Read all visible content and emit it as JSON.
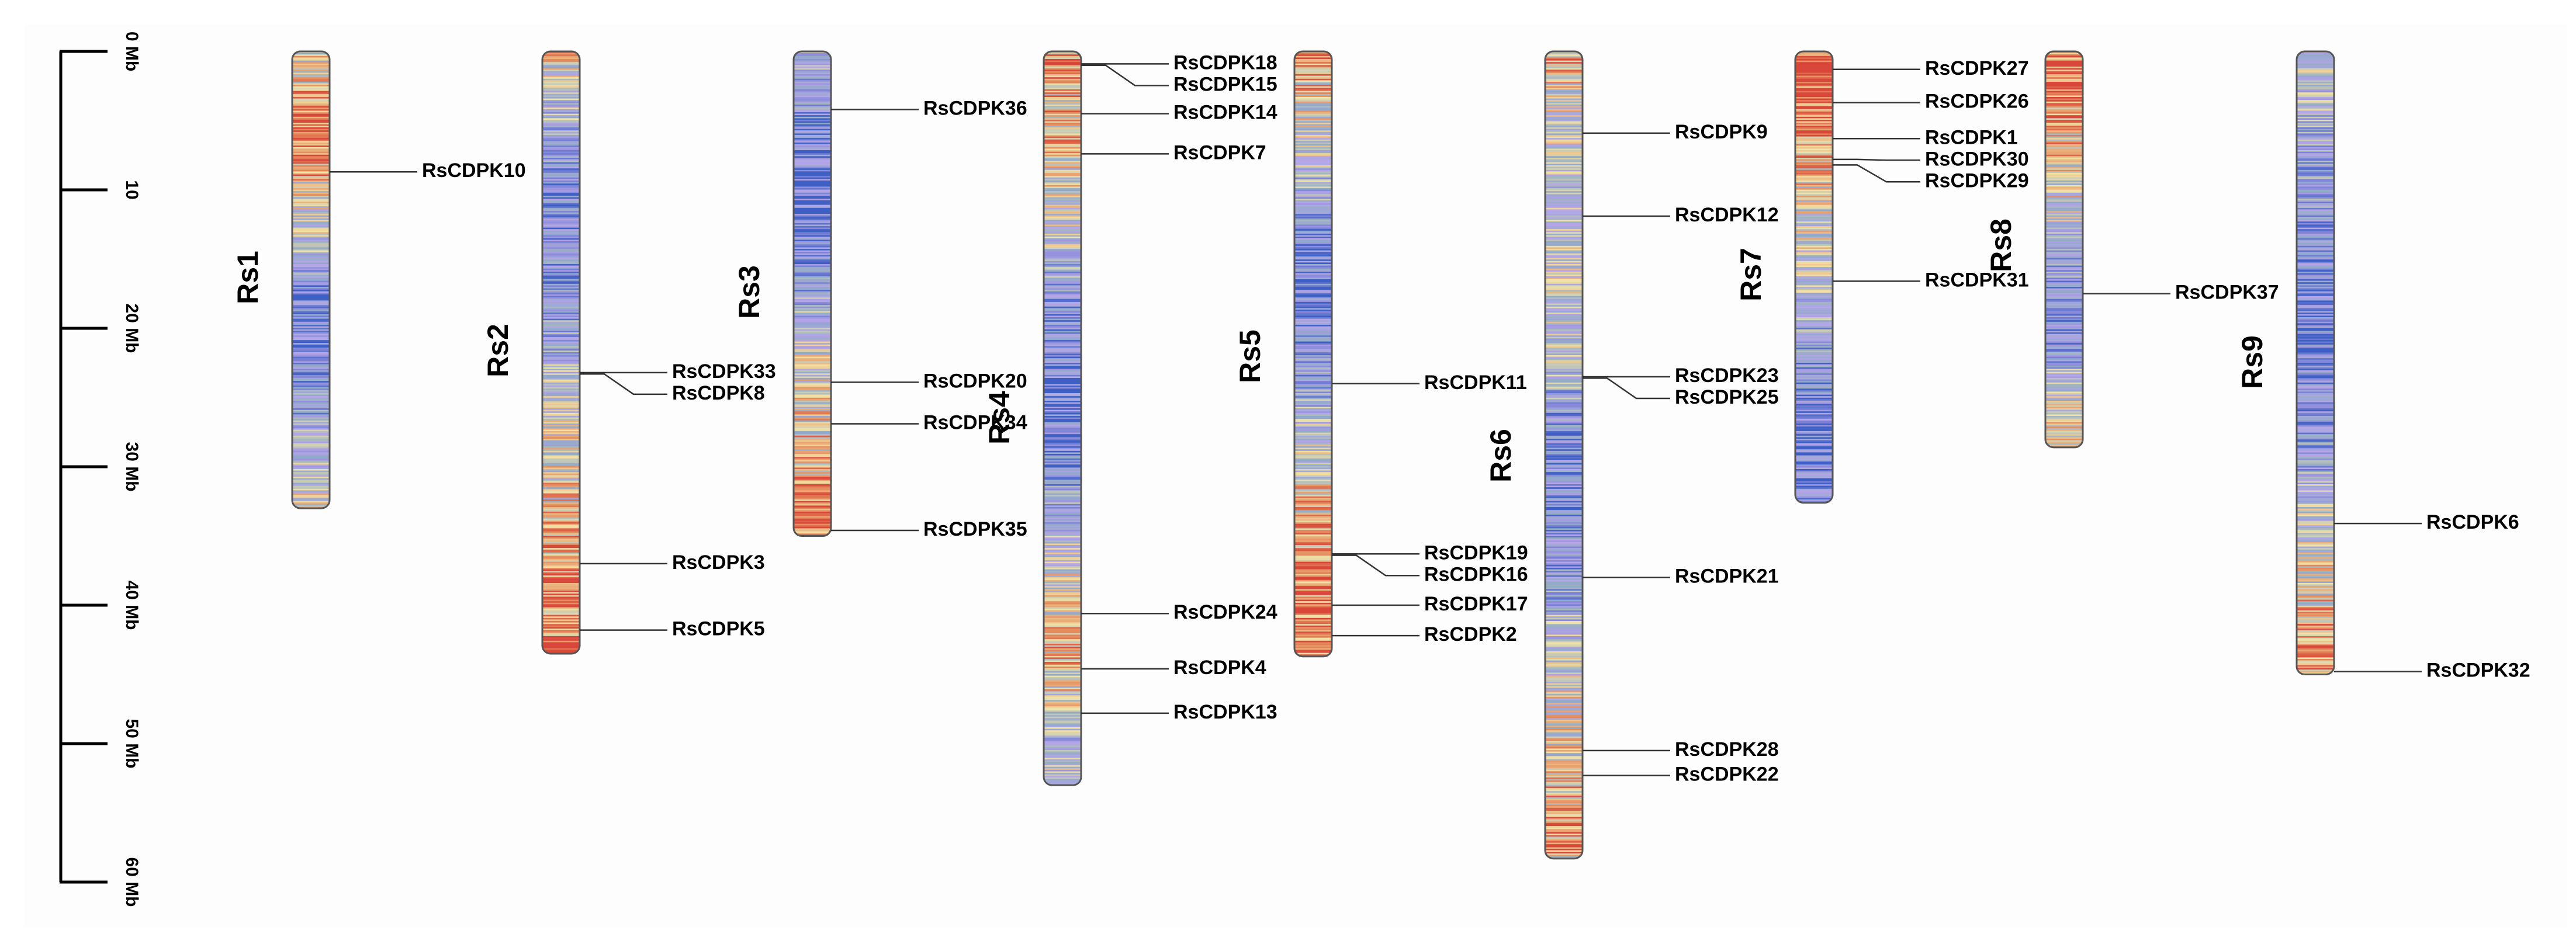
{
  "scale_axis": {
    "unit": "Mb",
    "ticks": [
      {
        "value": 0,
        "label": "0 Mb"
      },
      {
        "value": 10,
        "label": "10"
      },
      {
        "value": 20,
        "label": "20 Mb"
      },
      {
        "value": 30,
        "label": "30 Mb"
      },
      {
        "value": 40,
        "label": "40 Mb"
      },
      {
        "value": 50,
        "label": "50 Mb"
      },
      {
        "value": 60,
        "label": "60 Mb"
      }
    ]
  },
  "colors": {
    "density_low": "#3E5FC4",
    "density_mid_low": "#B7A6E8",
    "density_mid": "#8FA9C9",
    "density_mid_high": "#F2E3A6",
    "density_high": "#E58A5C",
    "density_max": "#D9473A",
    "line": "#333333",
    "text": "#000000"
  },
  "chromosomes": [
    {
      "name": "Rs1",
      "length_mb": 33.0,
      "profile": [
        [
          0,
          0.55
        ],
        [
          3,
          0.75
        ],
        [
          6,
          0.95
        ],
        [
          8,
          0.85
        ],
        [
          10,
          0.6
        ],
        [
          14,
          0.45
        ],
        [
          17,
          0.2
        ],
        [
          22,
          0.15
        ],
        [
          27,
          0.35
        ],
        [
          31,
          0.5
        ],
        [
          33,
          0.55
        ]
      ],
      "genes": [
        {
          "name": "RsCDPK10",
          "pos_mb": 8.7
        }
      ]
    },
    {
      "name": "Rs2",
      "length_mb": 43.5,
      "profile": [
        [
          0,
          0.85
        ],
        [
          2,
          0.45
        ],
        [
          6,
          0.35
        ],
        [
          12,
          0.2
        ],
        [
          18,
          0.25
        ],
        [
          22,
          0.4
        ],
        [
          26,
          0.55
        ],
        [
          30,
          0.6
        ],
        [
          34,
          0.7
        ],
        [
          38,
          0.85
        ],
        [
          41,
          0.8
        ],
        [
          43.5,
          0.9
        ]
      ],
      "genes": [
        {
          "name": "RsCDPK33",
          "pos_mb": 23.2
        },
        {
          "name": "RsCDPK8",
          "pos_mb": 23.3
        },
        {
          "name": "RsCDPK3",
          "pos_mb": 37.0
        },
        {
          "name": "RsCDPK5",
          "pos_mb": 41.8
        }
      ]
    },
    {
      "name": "Rs3",
      "length_mb": 35.0,
      "profile": [
        [
          0,
          0.45
        ],
        [
          3,
          0.3
        ],
        [
          8,
          0.15
        ],
        [
          12,
          0.1
        ],
        [
          16,
          0.25
        ],
        [
          20,
          0.45
        ],
        [
          25,
          0.6
        ],
        [
          30,
          0.75
        ],
        [
          33,
          0.9
        ],
        [
          35,
          0.85
        ]
      ],
      "genes": [
        {
          "name": "RsCDPK36",
          "pos_mb": 4.2
        },
        {
          "name": "RsCDPK20",
          "pos_mb": 23.9
        },
        {
          "name": "RsCDPK34",
          "pos_mb": 26.9
        },
        {
          "name": "RsCDPK35",
          "pos_mb": 34.6
        }
      ]
    },
    {
      "name": "Rs4",
      "length_mb": 53.0,
      "profile": [
        [
          0,
          0.85
        ],
        [
          3,
          0.75
        ],
        [
          7,
          0.7
        ],
        [
          10,
          0.55
        ],
        [
          14,
          0.45
        ],
        [
          18,
          0.25
        ],
        [
          24,
          0.15
        ],
        [
          30,
          0.2
        ],
        [
          36,
          0.45
        ],
        [
          40,
          0.65
        ],
        [
          44,
          0.75
        ],
        [
          47,
          0.55
        ],
        [
          50,
          0.4
        ],
        [
          53,
          0.5
        ]
      ],
      "genes": [
        {
          "name": "RsCDPK18",
          "pos_mb": 0.9
        },
        {
          "name": "RsCDPK15",
          "pos_mb": 1.0
        },
        {
          "name": "RsCDPK14",
          "pos_mb": 4.5
        },
        {
          "name": "RsCDPK7",
          "pos_mb": 7.4
        },
        {
          "name": "RsCDPK24",
          "pos_mb": 40.6
        },
        {
          "name": "RsCDPK4",
          "pos_mb": 44.6
        },
        {
          "name": "RsCDPK13",
          "pos_mb": 47.8
        }
      ]
    },
    {
      "name": "Rs5",
      "length_mb": 43.7,
      "profile": [
        [
          0,
          0.85
        ],
        [
          3,
          0.7
        ],
        [
          8,
          0.45
        ],
        [
          13,
          0.2
        ],
        [
          19,
          0.15
        ],
        [
          25,
          0.35
        ],
        [
          30,
          0.6
        ],
        [
          34,
          0.75
        ],
        [
          38,
          0.85
        ],
        [
          41,
          0.9
        ],
        [
          43.7,
          0.85
        ]
      ],
      "genes": [
        {
          "name": "RsCDPK11",
          "pos_mb": 24.0
        },
        {
          "name": "RsCDPK19",
          "pos_mb": 36.3
        },
        {
          "name": "RsCDPK16",
          "pos_mb": 36.4
        },
        {
          "name": "RsCDPK17",
          "pos_mb": 40.0
        },
        {
          "name": "RsCDPK2",
          "pos_mb": 42.2
        }
      ]
    },
    {
      "name": "Rs6",
      "length_mb": 58.3,
      "profile": [
        [
          0,
          0.75
        ],
        [
          4,
          0.55
        ],
        [
          10,
          0.45
        ],
        [
          16,
          0.5
        ],
        [
          22,
          0.45
        ],
        [
          28,
          0.2
        ],
        [
          34,
          0.2
        ],
        [
          40,
          0.35
        ],
        [
          46,
          0.55
        ],
        [
          52,
          0.65
        ],
        [
          56,
          0.8
        ],
        [
          58.3,
          0.75
        ]
      ],
      "genes": [
        {
          "name": "RsCDPK9",
          "pos_mb": 5.9
        },
        {
          "name": "RsCDPK12",
          "pos_mb": 11.9
        },
        {
          "name": "RsCDPK23",
          "pos_mb": 23.5
        },
        {
          "name": "RsCDPK25",
          "pos_mb": 23.6
        },
        {
          "name": "RsCDPK21",
          "pos_mb": 38.0
        },
        {
          "name": "RsCDPK28",
          "pos_mb": 50.5
        },
        {
          "name": "RsCDPK22",
          "pos_mb": 52.3
        }
      ]
    },
    {
      "name": "Rs7",
      "length_mb": 32.6,
      "profile": [
        [
          0,
          0.9
        ],
        [
          3,
          0.95
        ],
        [
          7,
          0.8
        ],
        [
          11,
          0.6
        ],
        [
          16,
          0.45
        ],
        [
          21,
          0.3
        ],
        [
          26,
          0.15
        ],
        [
          30,
          0.1
        ],
        [
          32.6,
          0.1
        ]
      ],
      "genes": [
        {
          "name": "RsCDPK27",
          "pos_mb": 1.3
        },
        {
          "name": "RsCDPK26",
          "pos_mb": 3.7
        },
        {
          "name": "RsCDPK1",
          "pos_mb": 6.3
        },
        {
          "name": "RsCDPK30",
          "pos_mb": 7.8
        },
        {
          "name": "RsCDPK29",
          "pos_mb": 8.2
        },
        {
          "name": "RsCDPK31",
          "pos_mb": 16.6
        }
      ]
    },
    {
      "name": "Rs8",
      "length_mb": 28.6,
      "profile": [
        [
          0,
          0.95
        ],
        [
          3,
          0.85
        ],
        [
          7,
          0.7
        ],
        [
          11,
          0.55
        ],
        [
          15,
          0.35
        ],
        [
          19,
          0.15
        ],
        [
          22,
          0.3
        ],
        [
          25,
          0.55
        ],
        [
          28.6,
          0.6
        ]
      ],
      "genes": [
        {
          "name": "RsCDPK37",
          "pos_mb": 17.5
        }
      ]
    },
    {
      "name": "Rs9",
      "length_mb": 45.0,
      "profile": [
        [
          0,
          0.5
        ],
        [
          4,
          0.4
        ],
        [
          9,
          0.3
        ],
        [
          15,
          0.2
        ],
        [
          22,
          0.15
        ],
        [
          28,
          0.25
        ],
        [
          33,
          0.45
        ],
        [
          37,
          0.6
        ],
        [
          41,
          0.75
        ],
        [
          45,
          0.8
        ]
      ],
      "genes": [
        {
          "name": "RsCDPK6",
          "pos_mb": 34.1
        },
        {
          "name": "RsCDPK32",
          "pos_mb": 44.8
        }
      ]
    }
  ]
}
